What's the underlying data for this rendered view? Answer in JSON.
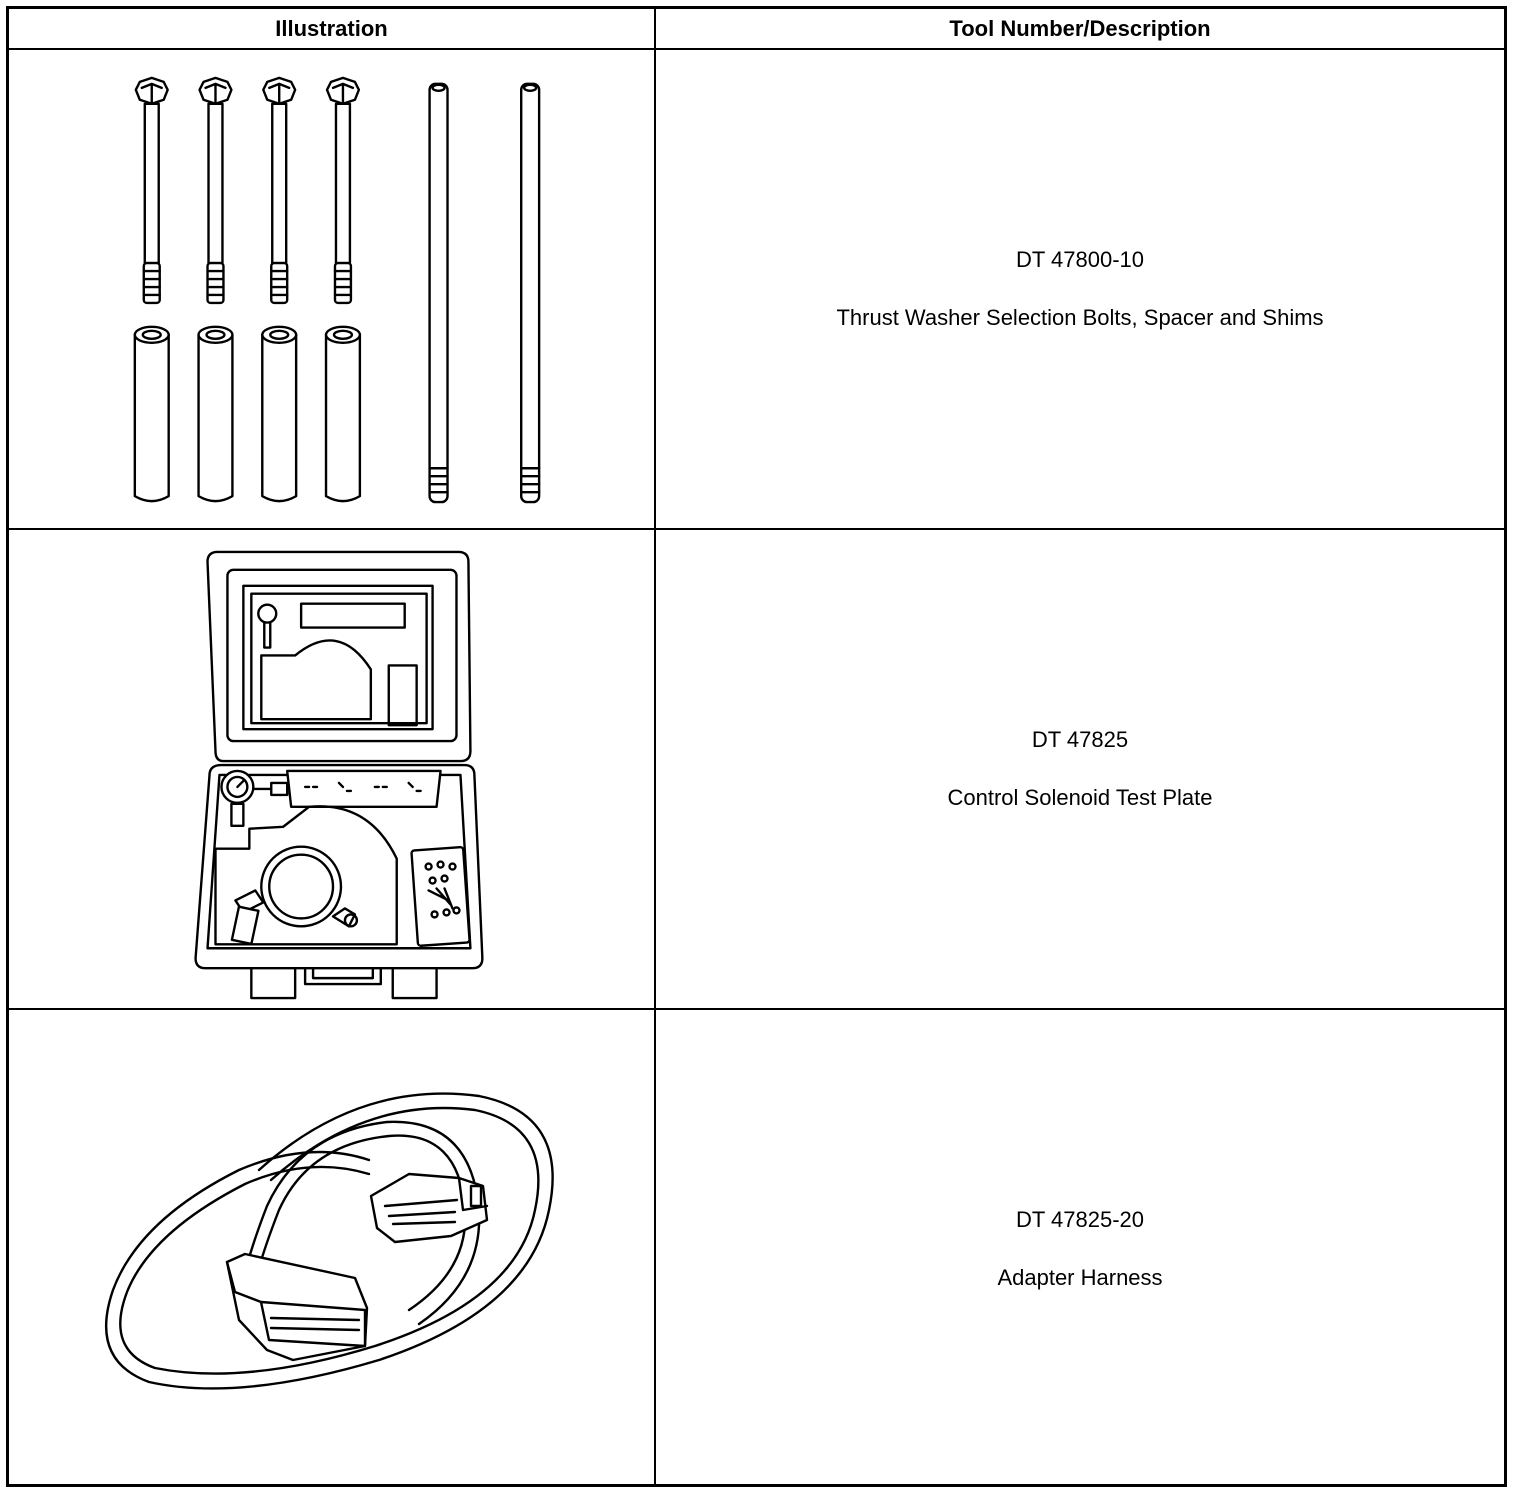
{
  "table": {
    "headers": {
      "illustration": "Illustration",
      "tool": "Tool Number/Description"
    },
    "rows": [
      {
        "tool_number": "DT 47800-10",
        "description": "Thrust Washer Selection Bolts, Spacer and Shims",
        "illustration_icon": "bolts-spacers-shims-illustration"
      },
      {
        "tool_number": "DT 47825",
        "description": "Control Solenoid Test Plate",
        "illustration_icon": "test-plate-case-illustration"
      },
      {
        "tool_number": "DT 47825-20",
        "description": "Adapter Harness",
        "illustration_icon": "adapter-harness-illustration"
      }
    ]
  }
}
